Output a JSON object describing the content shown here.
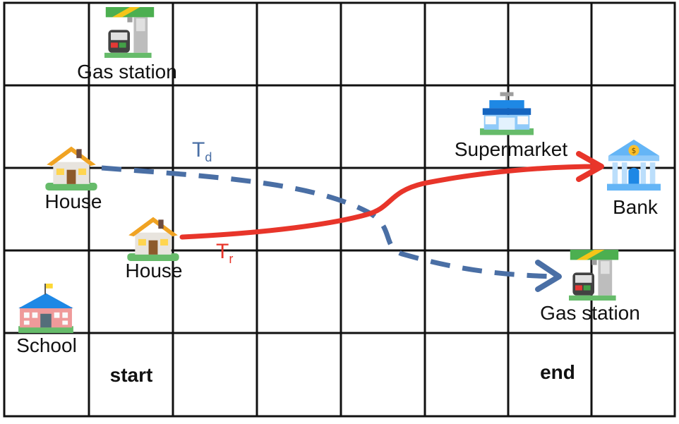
{
  "places": {
    "gas_station_top": "Gas station",
    "house_left": "House",
    "house_center": "House",
    "school": "School",
    "supermarket": "Supermarket",
    "bank": "Bank",
    "gas_station_right": "Gas station"
  },
  "markers": {
    "start": "start",
    "end": "end"
  },
  "trajectories": {
    "dashed": {
      "symbol": "T",
      "subscript": "d",
      "color": "#4a6fa5"
    },
    "solid": {
      "symbol": "T",
      "subscript": "r",
      "color": "#e8352a"
    }
  },
  "icons": {
    "gas_station_top": "gas-station-icon",
    "house_left": "house-icon",
    "house_center": "house-icon",
    "school": "school-icon",
    "supermarket": "supermarket-icon",
    "bank": "bank-icon",
    "gas_station_right": "gas-station-icon"
  }
}
